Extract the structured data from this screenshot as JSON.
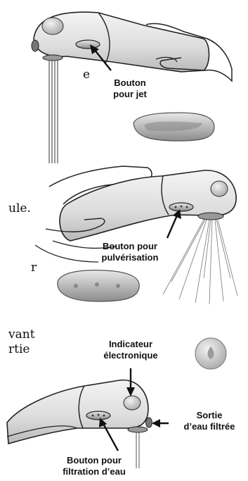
{
  "side_fragments": [
    "e",
    "ule.",
    "r",
    "vant",
    "rtie"
  ],
  "labels": {
    "jet": [
      "Bouton",
      "pour jet"
    ],
    "spray": [
      "Bouton pour",
      "pulvérisation"
    ],
    "indicator": [
      "Indicateur",
      "électronique"
    ],
    "outlet": [
      "Sortie",
      "d’eau filtrée"
    ],
    "filter": [
      "Bouton pour",
      "filtration d’eau"
    ]
  }
}
